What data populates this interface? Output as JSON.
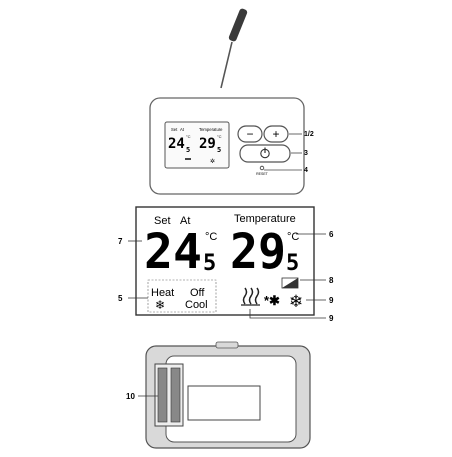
{
  "thermostat": {
    "lcd_small": {
      "set_label": "Set",
      "at_label": "At",
      "temperature_label": "Temperature",
      "set_value_main": "24",
      "set_value_decimal": "5",
      "temp_value_main": "29",
      "temp_value_decimal": "5",
      "unit": "°C"
    },
    "buttons": {
      "minus": "−",
      "plus": "+",
      "power": "⏻",
      "reset_label": "RESET"
    },
    "callouts": {
      "buttons_plus_minus": "1/2",
      "power": "3",
      "reset": "4"
    }
  },
  "lcd_detail": {
    "set_label": "Set",
    "at_label": "At",
    "temperature_label": "Temperature",
    "set_value_main": "24",
    "set_value_decimal": "5",
    "temp_value_main": "29",
    "temp_value_decimal": "5",
    "unit": "°C",
    "heat_label": "Heat",
    "off_label": "Off",
    "cool_label": "Cool",
    "callouts": {
      "set_value": "7",
      "mode": "5",
      "temperature": "6",
      "battery": "8",
      "heat_cool_icons": "9",
      "heat_cool_icons_lower": "9"
    }
  },
  "back_panel": {
    "callouts": {
      "terminals": "10"
    }
  }
}
